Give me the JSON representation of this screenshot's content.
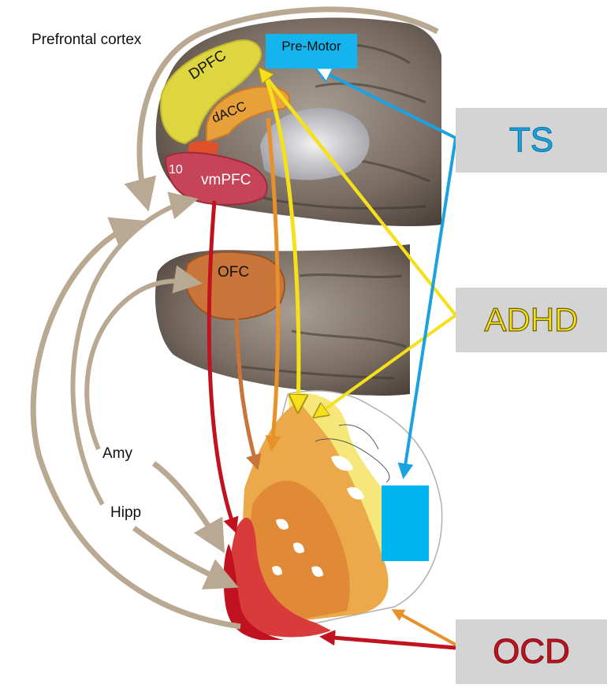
{
  "labels": {
    "prefrontal_cortex": "Prefrontal cortex",
    "premotor": "Pre-Motor",
    "dpfc": "DPFC",
    "dacc": "dACC",
    "area10": "10",
    "vmpfc": "vmPFC",
    "ofc": "OFC",
    "amy": "Amy",
    "hipp": "Hipp"
  },
  "disorders": {
    "ts": "TS",
    "adhd": "ADHD",
    "ocd": "OCD"
  },
  "colors": {
    "ts": "#1aa3e0",
    "adhd": "#f5e019",
    "ocd": "#c1121f",
    "pathway_grey": "#b9a993",
    "box_bg": "#d4d4d4",
    "premotor_bg": "#16b4ee",
    "striatum_blue": "#00b6f0"
  }
}
